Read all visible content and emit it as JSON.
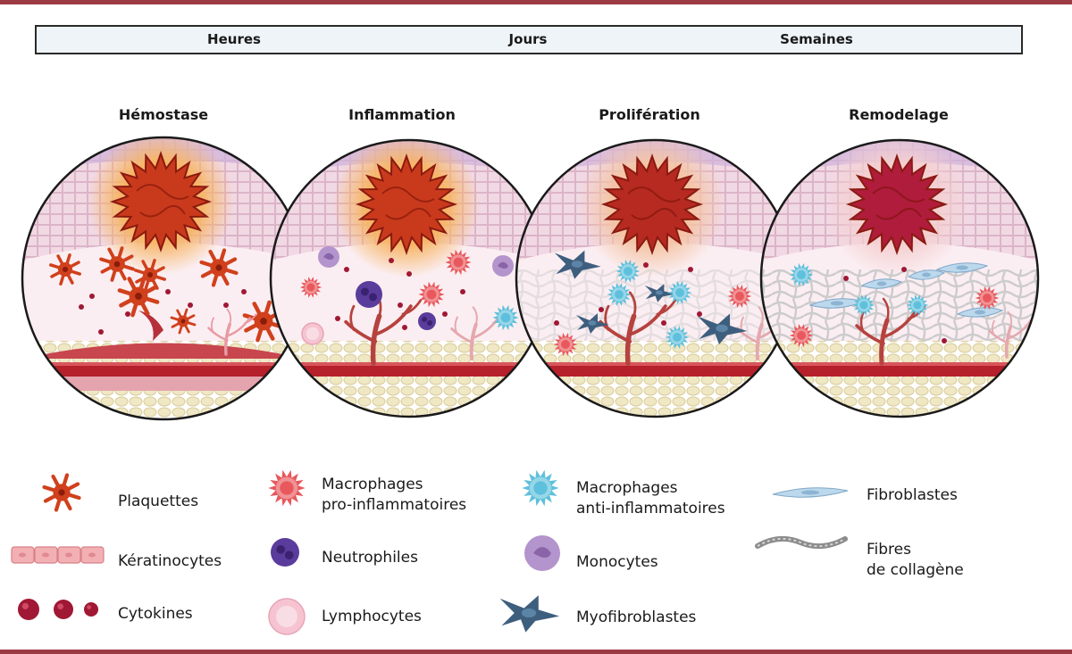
{
  "timeline": {
    "heures": "Heures",
    "jours": "Jours",
    "semaines": "Semaines"
  },
  "stages": [
    {
      "title": "Hémostase"
    },
    {
      "title": "Inflammation"
    },
    {
      "title": "Prolifération"
    },
    {
      "title": "Remodelage"
    }
  ],
  "legend": {
    "plaquettes": "Plaquettes",
    "keratinocytes": "Kératinocytes",
    "cytokines": "Cytokines",
    "macrophages_pro": "Macrophages\npro-inflammatoires",
    "neutrophiles": "Neutrophiles",
    "lymphocytes": "Lymphocytes",
    "macrophages_anti": "Macrophages\nanti-inflammatoires",
    "monocytes": "Monocytes",
    "myofibroblastes": "Myofibroblastes",
    "fibroblastes": "Fibroblastes",
    "fibres_collagene": "Fibres\nde collagène"
  },
  "colors": {
    "accent_rule": "#9c3a44",
    "timeline_bg": "#eef4f8",
    "wound": "#c93a1c",
    "skin": "#e9c9d9",
    "vessel": "#b5202a",
    "fat": "#f0e7c4",
    "platelet": "#d0401c",
    "macrophage_pro": "#e8585c",
    "macrophage_anti": "#5ec0dc",
    "neutrophil": "#5a3c9c",
    "monocyte": "#b494cc",
    "lymphocyte": "#f6c4d0",
    "myofibroblast": "#3e5e7e",
    "fibroblast": "#bcd8ec",
    "collagen": "#9a9a9a",
    "cytokine": "#a01834"
  }
}
